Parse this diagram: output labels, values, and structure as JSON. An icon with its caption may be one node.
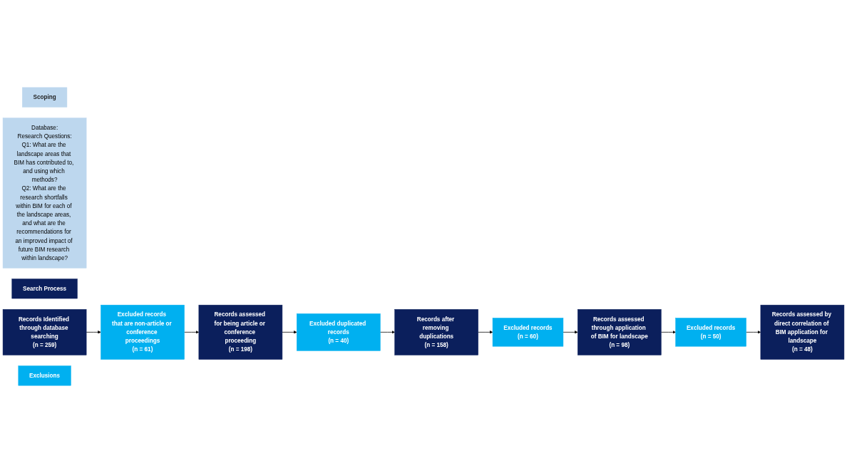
{
  "diagram": {
    "nodes": [
      {
        "text": [
          "Scoping"
        ]
      },
      {
        "text": [
          "Database:",
          "Research Questions:",
          "Q1: What are the landscape areas that BIM has contributed to, and using which methods?",
          "Q2: What are the research shortfalls within BIM for each of the landscape areas, and what are the recommendations for an improved impact of future BIM research within landscape?"
        ]
      },
      {
        "text": [
          "Search Process"
        ]
      },
      {
        "text": [
          "Records Identified through database searching",
          "(n = 259)"
        ]
      },
      {
        "text": [
          "Records assessed for being article or conference proceeding",
          "(n = 198)"
        ]
      },
      {
        "text": [
          "Records after removing duplications",
          "(n = 158)"
        ]
      },
      {
        "text": [
          "Records assessed through application of BIM for landscape",
          "(n = 98)"
        ]
      },
      {
        "text": [
          "Records assessed by direct correlation of BIM application for landscape",
          "(n = 48)"
        ]
      },
      {
        "text": [
          "Exclusions"
        ]
      },
      {
        "text": [
          "Excluded records that are non-article or conference proceedings",
          "(n = 61)"
        ]
      },
      {
        "text": [
          "Excluded duplicated records",
          "(n = 40)"
        ]
      },
      {
        "text": [
          "Excluded records",
          "(n = 60)"
        ]
      },
      {
        "text": [
          "Excluded records",
          "(n = 50)"
        ]
      }
    ],
    "edges": [
      {
        "from": 3,
        "to": 9,
        "arrow": "to"
      },
      {
        "from": 9,
        "to": 4,
        "arrow": "to"
      },
      {
        "from": 4,
        "to": 10,
        "arrow": "to"
      },
      {
        "from": 10,
        "to": 5,
        "arrow": "to"
      },
      {
        "from": 5,
        "to": 11,
        "arrow": "to"
      },
      {
        "from": 11,
        "to": 6,
        "arrow": "to"
      },
      {
        "from": 6,
        "to": 12,
        "arrow": "to"
      },
      {
        "from": 12,
        "to": 7,
        "arrow": "to"
      }
    ]
  }
}
